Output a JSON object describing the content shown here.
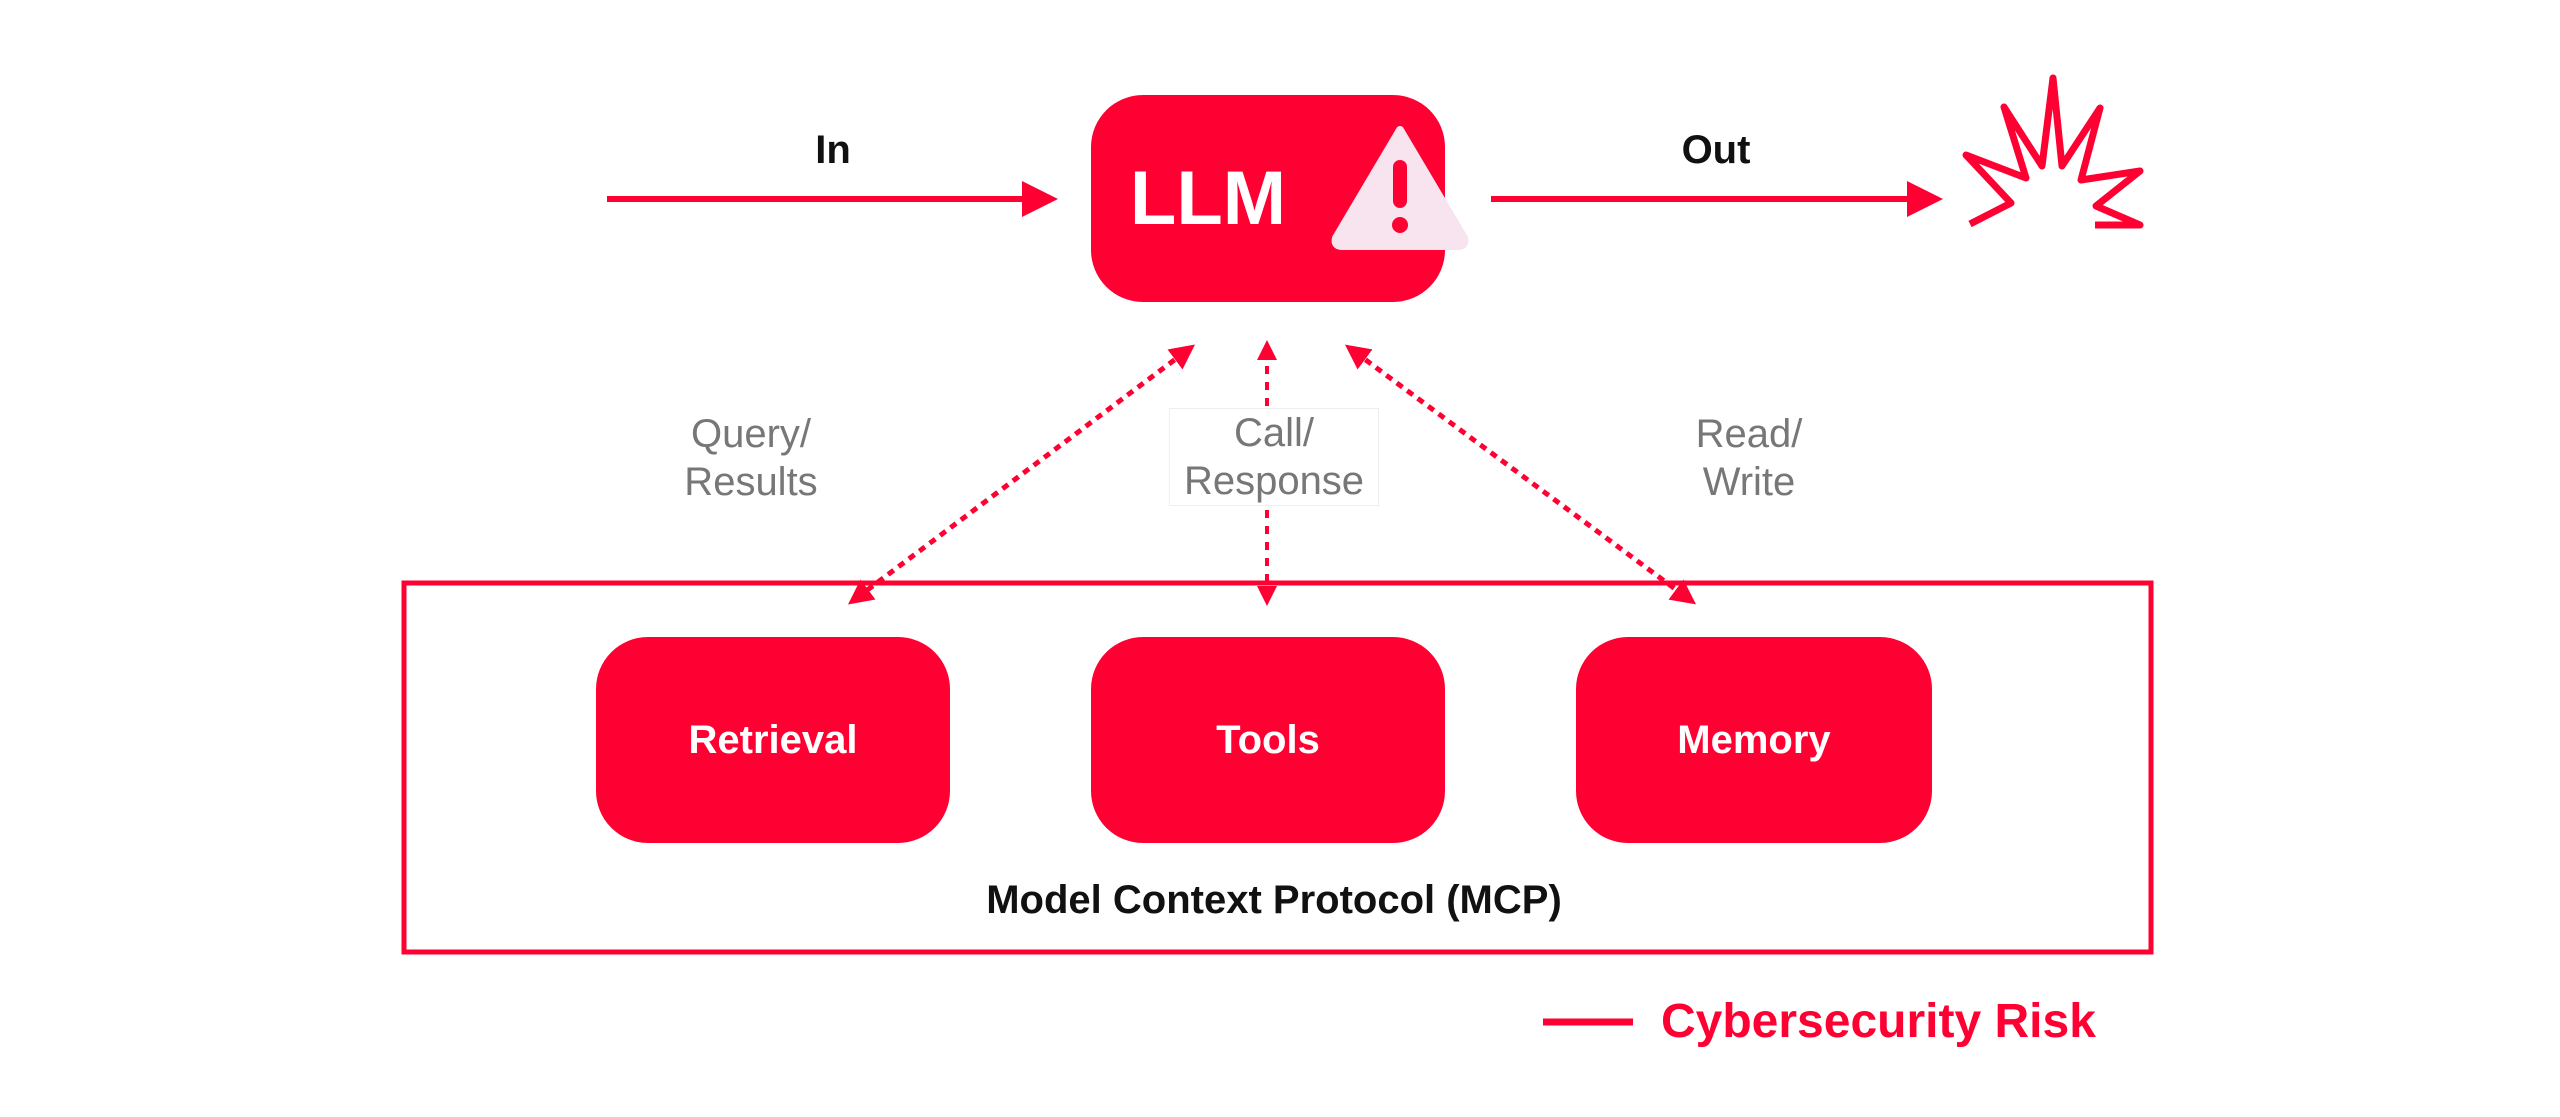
{
  "diagram": {
    "input_label": "In",
    "output_label": "Out",
    "llm": {
      "label": "LLM",
      "badge_icon": "warning-triangle-icon"
    },
    "outcome_icon": "explosion-icon",
    "connections": [
      {
        "line1": "Query/",
        "line2": "Results",
        "target": "Retrieval"
      },
      {
        "line1": "Call/",
        "line2": "Response",
        "target": "Tools"
      },
      {
        "line1": "Read/",
        "line2": "Write",
        "target": "Memory"
      }
    ],
    "components": [
      "Retrieval",
      "Tools",
      "Memory"
    ],
    "container_label": "Model Context Protocol (MCP)"
  },
  "legend": {
    "label": "Cybersecurity Risk"
  },
  "colors": {
    "accent": "#ff0033",
    "warning_fill": "#f7e4ee",
    "muted_text": "#777777"
  }
}
